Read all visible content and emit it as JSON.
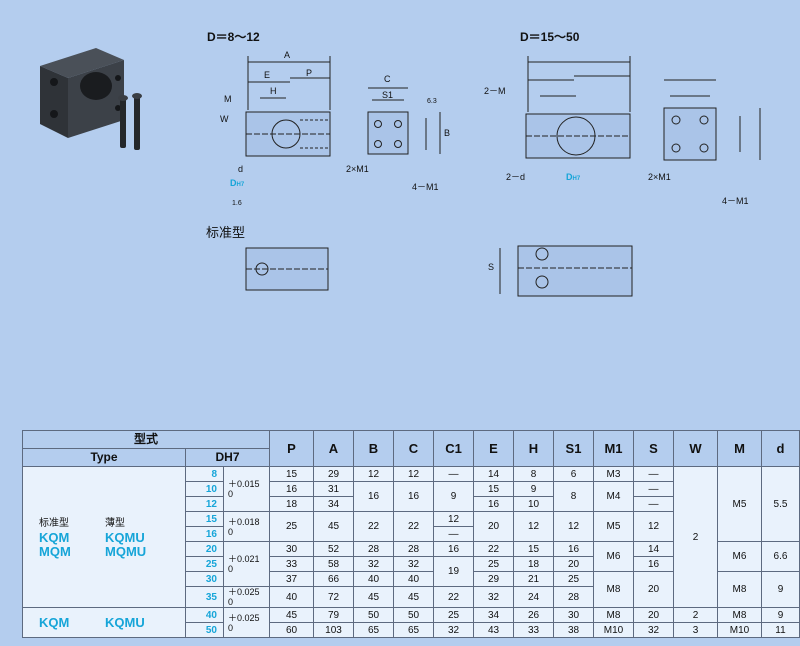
{
  "drawing": {
    "left_title": "D＝8～12",
    "right_title": "D＝15～50",
    "standard_label": "标准型",
    "dim_labels": {
      "A": "A",
      "E": "E",
      "P": "P",
      "H": "H",
      "M": "M",
      "W": "W",
      "d": "d",
      "D": "D",
      "H7": "H7",
      "C": "C",
      "S1": "S1",
      "B": "B",
      "two_m1": "2×M1",
      "four_m1": "4－M1",
      "two_m": "2－M",
      "two_d": "2－d",
      "S": "S",
      "r63": "6.3",
      "r16": "1.6"
    }
  },
  "table": {
    "header_series": "型式",
    "header_type": "Type",
    "header_d": "DH7",
    "columns": [
      "P",
      "A",
      "B",
      "C",
      "C1",
      "E",
      "H",
      "S1",
      "M1",
      "S",
      "W",
      "M",
      "d"
    ],
    "type_labels": {
      "std_cn": "标准型",
      "thin_cn": "薄型",
      "kqm": "KQM",
      "kqmu": "KQMU",
      "mqm": "MQM",
      "mqmu": "MQMU"
    },
    "rows": [
      {
        "D": "8",
        "P": "15",
        "A": "29",
        "E": "14",
        "H": "8",
        "M1": "M3",
        "S": "—"
      },
      {
        "D": "10",
        "P": "16",
        "A": "31",
        "E": "15",
        "H": "9",
        "S": "—"
      },
      {
        "D": "12",
        "P": "18",
        "A": "34",
        "E": "16",
        "H": "10",
        "S": "—"
      },
      {
        "D": "15",
        "P": "25",
        "A": "45",
        "C1": "12",
        "S": "12"
      },
      {
        "D": "16",
        "P": "",
        "A": "",
        "C1": "—"
      },
      {
        "D": "20",
        "P": "30",
        "A": "52",
        "B": "28",
        "C": "28",
        "C1": "16",
        "E": "22",
        "H": "15",
        "S1": "16",
        "S": "14"
      },
      {
        "D": "25",
        "P": "33",
        "A": "58",
        "B": "32",
        "C": "32",
        "E": "25",
        "H": "18",
        "S1": "20",
        "S": "16"
      },
      {
        "D": "30",
        "P": "37",
        "A": "66",
        "B": "40",
        "C": "40",
        "E": "29",
        "H": "21",
        "S1": "25"
      },
      {
        "D": "35",
        "P": "40",
        "A": "72",
        "B": "45",
        "C": "45",
        "C1": "22",
        "E": "32",
        "H": "24",
        "S1": "28"
      },
      {
        "D": "40",
        "P": "45",
        "A": "79",
        "B": "50",
        "C": "50",
        "C1": "25",
        "E": "34",
        "H": "26",
        "S1": "30",
        "M1": "M8",
        "S": "20",
        "W": "2",
        "M": "M8",
        "d": "9"
      },
      {
        "D": "50",
        "P": "60",
        "A": "103",
        "B": "65",
        "C": "65",
        "C1": "32",
        "E": "43",
        "H": "33",
        "S1": "38",
        "M1": "M10",
        "S": "32",
        "W": "3",
        "M": "M10",
        "d": "11"
      }
    ],
    "tolerances": [
      {
        "upper": "＋0.015",
        "lower": "0"
      },
      {
        "upper": "＋0.018",
        "lower": "0"
      },
      {
        "upper": "＋0.021",
        "lower": "0"
      },
      {
        "upper": "＋0.025",
        "lower": "0"
      },
      {
        "upper": "＋0.025",
        "lower": "0"
      }
    ],
    "merged": {
      "B_8_12": "12",
      "B_10_12": "16",
      "C_8": "12",
      "C_10_12": "16",
      "C1_8": "—",
      "C1_10_12": "9",
      "S1_8": "6",
      "S1_10_12": "8",
      "M1_10_12": "M4",
      "B_15_16": "22",
      "C_15_16": "22",
      "E_15_16": "20",
      "H_15_16": "12",
      "S1_15_16": "12",
      "M1_15_16": "M5",
      "C1_25_30": "19",
      "M1_20_25": "M6",
      "M1_30_35": "M8",
      "S_30_35": "20",
      "W_8_35": "2",
      "M_8_16": "M5",
      "d_8_16": "5.5",
      "M_20_25": "M6",
      "d_20_25": "6.6",
      "M_30_35": "M8",
      "d_30_35": "9"
    }
  },
  "colors": {
    "background": "#b4cdee",
    "accent": "#16a5d8",
    "cell": "#e9f2fc"
  }
}
